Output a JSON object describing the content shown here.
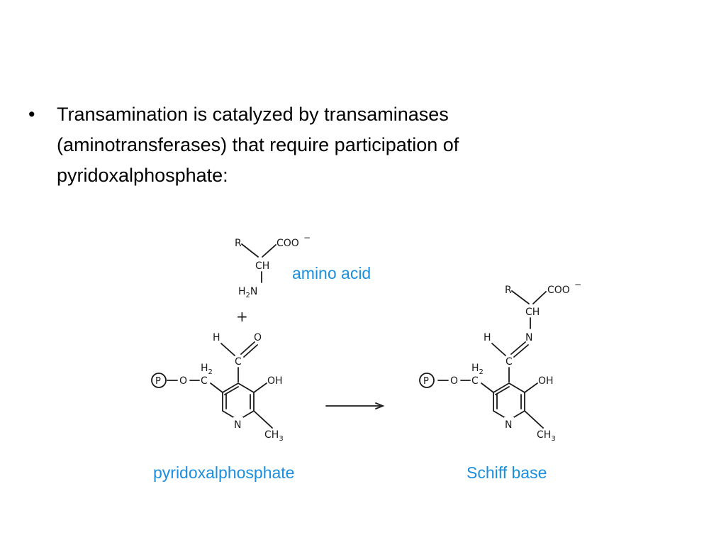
{
  "slide": {
    "bullet_symbol": "•",
    "bullet_lines": [
      "Transamination is catalyzed by transaminases",
      "(aminotransferases) that require participation of",
      "pyridoxalphosphate:"
    ]
  },
  "captions": {
    "amino_acid": "amino acid",
    "pyridoxalphosphate": "pyridoxalphosphate",
    "schiff_base": "Schiff base",
    "color": "#1a8fe0"
  },
  "structures": {
    "plus": "+",
    "amino_acid": {
      "r": "R",
      "carboxylate": "COO",
      "charge": "−",
      "ch": "CH",
      "amine_h": "H",
      "amine_sub": "2",
      "amine_n": "N"
    },
    "pyridoxal": {
      "ald_h": "H",
      "ald_o": "O",
      "ald_c": "C",
      "phosphate": "P",
      "ester_o": "O",
      "ch2_c": "C",
      "ch2_h": "H",
      "ch2_sub": "2",
      "oh": "OH",
      "ring_n": "N",
      "methyl": "CH",
      "methyl_sub": "3"
    },
    "schiff": {
      "r": "R",
      "carboxylate": "COO",
      "charge": "−",
      "ch": "CH",
      "imine_n": "N",
      "imine_h": "H",
      "imine_c": "C",
      "phosphate": "P",
      "ester_o": "O",
      "ch2_c": "C",
      "ch2_h": "H",
      "ch2_sub": "2",
      "oh": "OH",
      "ring_n": "N",
      "methyl": "CH",
      "methyl_sub": "3"
    }
  }
}
